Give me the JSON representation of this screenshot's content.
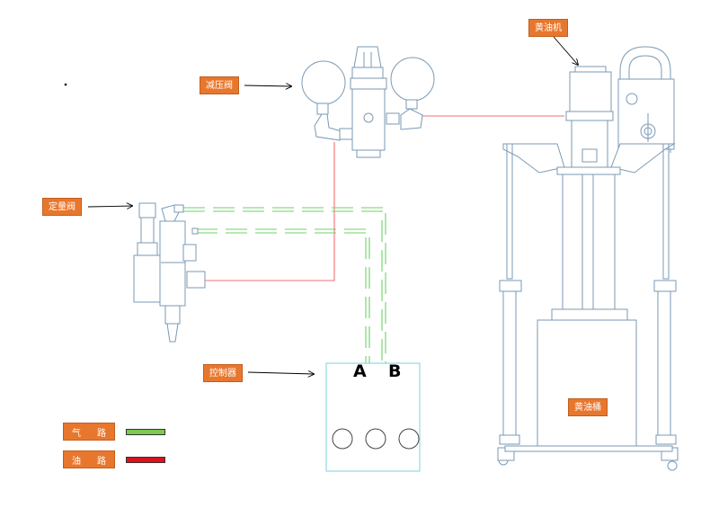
{
  "labels": {
    "grease_pump": "黄油机",
    "pressure_valve": "减压阀",
    "metering_valve": "定量阀",
    "controller": "控制器",
    "grease_bucket": "黄油桶"
  },
  "ports": {
    "a": "A",
    "b": "B"
  },
  "legend": {
    "air": {
      "c1": "气",
      "c2": "路",
      "color": "#7ec850"
    },
    "oil": {
      "c1": "油",
      "c2": "路",
      "color": "#e0101a"
    }
  },
  "colors": {
    "orange": "#e8772e",
    "equipment": "#7a9ab4",
    "air_line": "#6fd06a",
    "oil_line": "#f07070",
    "controller_border": "#88d4e0"
  }
}
